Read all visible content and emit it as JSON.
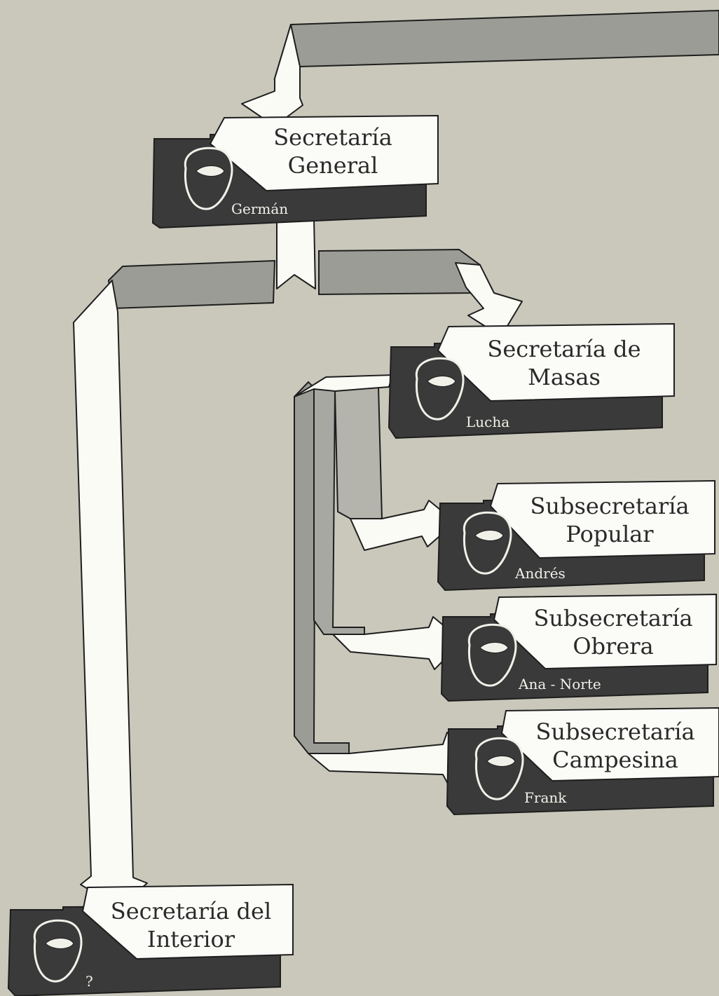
{
  "colors": {
    "background": "#c9c8bb",
    "card_dark": "#3a3a3a",
    "card_light": "#fbfbf8",
    "band_gray": "#9c9c96",
    "band_mid": "#b4b3ac",
    "arrow_fill": "#fbfbf6",
    "outline": "#1e1e1e"
  },
  "nodes": [
    {
      "id": "general",
      "title_lines": [
        "Secretaría",
        "General"
      ],
      "name": "Germán",
      "icon": "masked-face-icon"
    },
    {
      "id": "masas",
      "title_lines": [
        "Secretaría de",
        "Masas"
      ],
      "name": "Lucha",
      "icon": "masked-face-icon"
    },
    {
      "id": "popular",
      "title_lines": [
        "Subsecretaría",
        "Popular"
      ],
      "name": "Andrés",
      "icon": "masked-face-icon"
    },
    {
      "id": "obrera",
      "title_lines": [
        "Subsecretaría",
        "Obrera"
      ],
      "name": "Ana - Norte",
      "icon": "masked-face-icon"
    },
    {
      "id": "campesina",
      "title_lines": [
        "Subsecretaría",
        "Campesina"
      ],
      "name": "Frank",
      "icon": "masked-face-icon"
    },
    {
      "id": "interior",
      "title_lines": [
        "Secretaría del",
        "Interior"
      ],
      "name": "?",
      "icon": "masked-face-icon"
    }
  ],
  "edges": [
    {
      "from": "general",
      "to": "masas"
    },
    {
      "from": "general",
      "to": "interior"
    },
    {
      "from": "masas",
      "to": "popular"
    },
    {
      "from": "masas",
      "to": "obrera"
    },
    {
      "from": "masas",
      "to": "campesina"
    }
  ]
}
